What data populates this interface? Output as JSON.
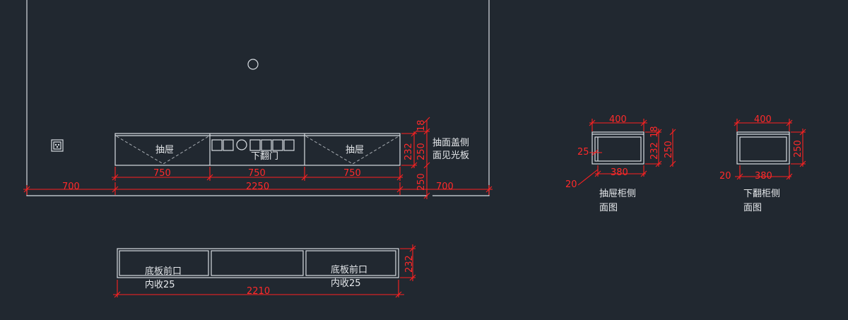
{
  "labels": {
    "drawer_left": "抽屉",
    "drawer_right": "抽屉",
    "flip_door": "下翻门",
    "note_line1": "抽面盖侧",
    "note_line2": "面见光板",
    "bottom_left_l1": "底板前口",
    "bottom_left_l2": "内收25",
    "bottom_right_l1": "底板前口",
    "bottom_right_l2": "内收25",
    "drawer_side_l1": "抽屉柜侧",
    "drawer_side_l2": "面图",
    "flip_side_l1": "下翻柜侧",
    "flip_side_l2": "面图"
  },
  "dims": {
    "w750a": "750",
    "w750b": "750",
    "w750c": "750",
    "left700": "700",
    "total2250": "2250",
    "right700": "700",
    "h232": "232",
    "h250": "250",
    "t18": "18",
    "h250b": "250",
    "bottom2210": "2210",
    "bottom232": "232",
    "ds400": "400",
    "ds380": "380",
    "ds25": "25",
    "ds20": "20",
    "ds232": "232",
    "ds18": "18",
    "ds250": "250",
    "fs400": "400",
    "fs380": "380",
    "fs20": "20",
    "fs250": "250"
  },
  "colors": {
    "background": "#212830",
    "line": "#d8dde2",
    "dimension": "#ff2020"
  }
}
